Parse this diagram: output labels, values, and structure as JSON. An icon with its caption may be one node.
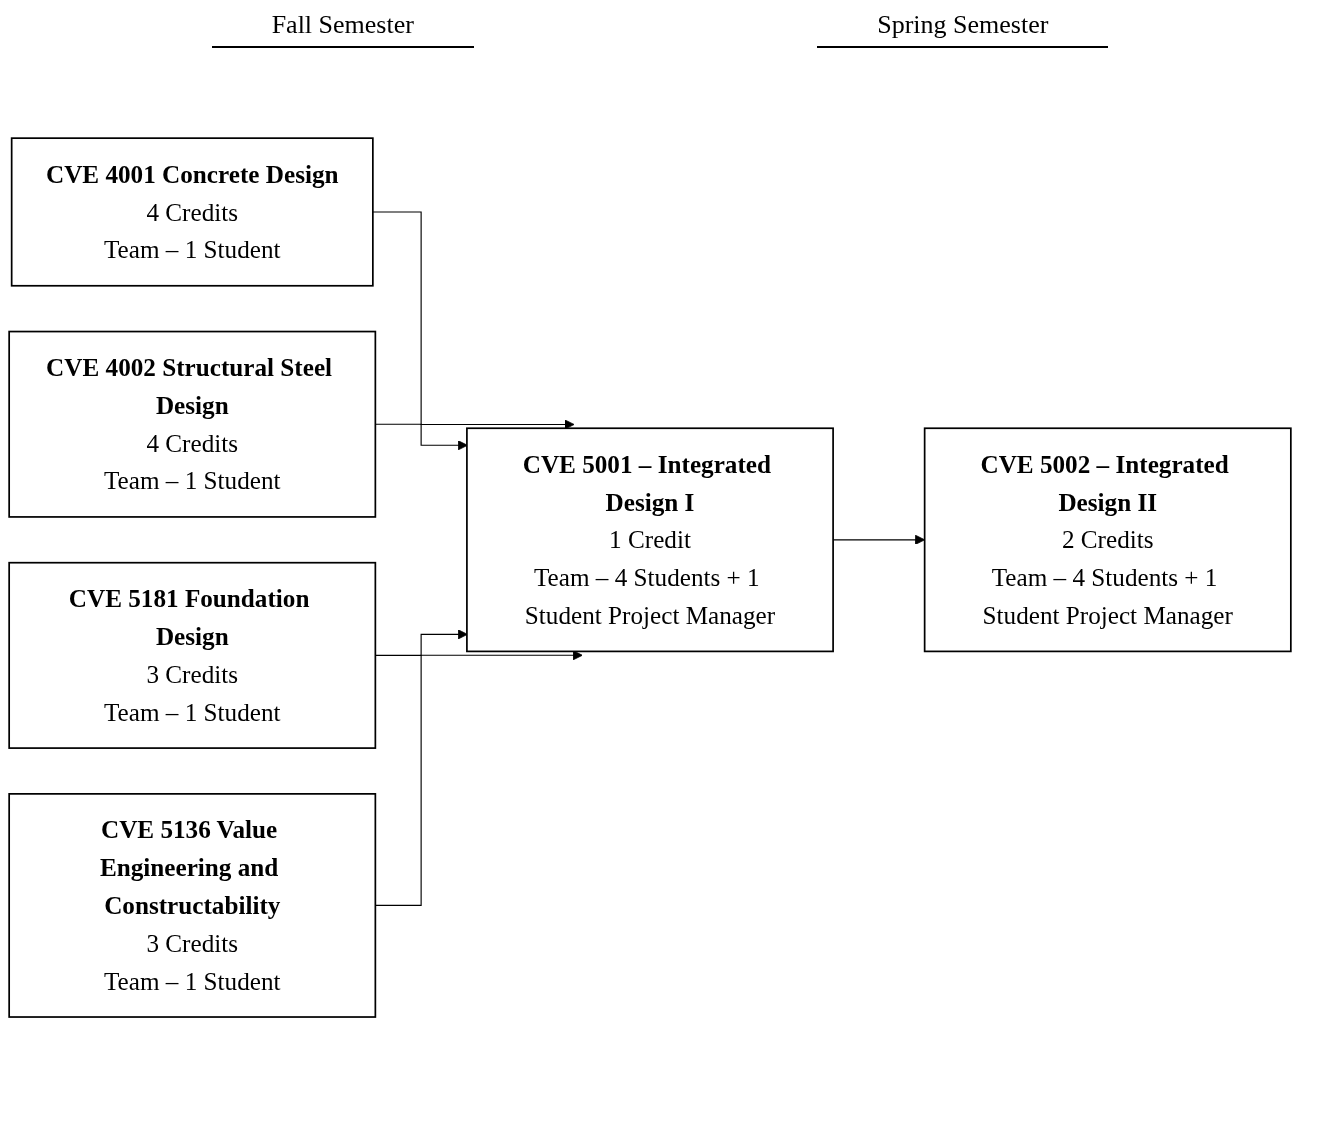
{
  "diagram": {
    "nodes": [
      {
        "text": [
          "CVE 4001 Concrete Design",
          "4 Credits",
          "Team – 1 Student"
        ]
      },
      {
        "text": [
          "CVE 4002 Structural Steel Design",
          "4 Credits",
          "Team – 1 Student"
        ]
      },
      {
        "text": [
          "CVE 5181 Foundation Design",
          "3 Credits",
          "Team – 1 Student"
        ]
      },
      {
        "text": [
          "CVE 5136 Value Engineering and Constructability",
          "3 Credits",
          "Team – 1 Student"
        ]
      },
      {
        "text": [
          "CVE 5001 – Integrated Design I",
          "1 Credit",
          "Team – 4 Students + 1 Student Project Manager"
        ]
      },
      {
        "text": [
          "CVE 5002 – Integrated Design II",
          "2 Credits",
          "Team – 4 Students + 1 Student Project Manager"
        ]
      }
    ],
    "edges": [
      {
        "from": 0,
        "to": 4,
        "arrow": "to"
      },
      {
        "from": 1,
        "to": 4,
        "arrow": "to"
      },
      {
        "from": 2,
        "to": 4,
        "arrow": "to"
      },
      {
        "from": 3,
        "to": 4,
        "arrow": "to"
      },
      {
        "from": 4,
        "to": 5,
        "arrow": "to"
      }
    ],
    "labels": [
      "Fall Semester",
      "Spring Semester"
    ]
  }
}
